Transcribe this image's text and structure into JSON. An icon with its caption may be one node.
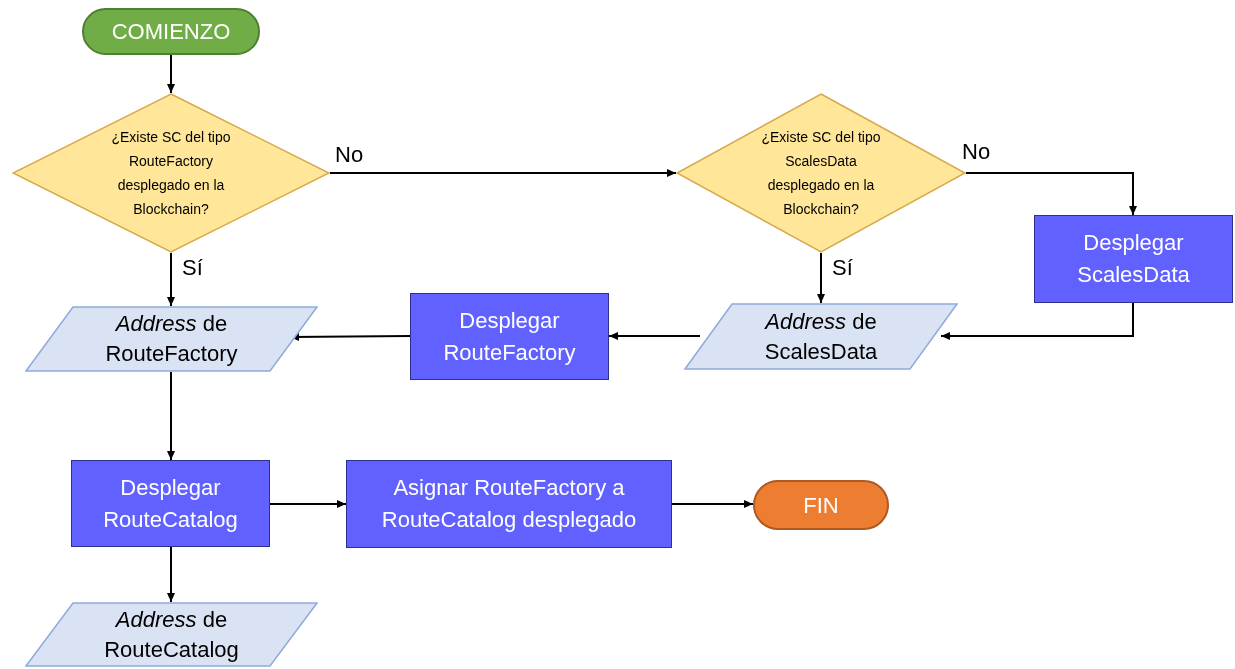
{
  "diagram": {
    "nodes": [
      {
        "text": [
          "COMIENZO"
        ]
      },
      {
        "text": [
          "¿Existe SC del tipo RouteFactory desplegado en la Blockchain?"
        ]
      },
      {
        "text": [
          "¿Existe SC del tipo ScalesData desplegado en la Blockchain?"
        ]
      },
      {
        "text": [
          "Desplegar ScalesData"
        ]
      },
      {
        "text": [
          "*Address* de ScalesData"
        ]
      },
      {
        "text": [
          "Desplegar RouteFactory"
        ]
      },
      {
        "text": [
          "*Address* de RouteFactory"
        ]
      },
      {
        "text": [
          "Desplegar RouteCatalog"
        ]
      },
      {
        "text": [
          "Asignar RouteFactory a RouteCatalog desplegado"
        ]
      },
      {
        "text": [
          "FIN"
        ]
      },
      {
        "text": [
          "*Address* de RouteCatalog"
        ]
      }
    ],
    "edges": [
      {
        "from": 0,
        "to": 1,
        "arrow": "to"
      },
      {
        "from": 1,
        "to": 2,
        "arrow": "to",
        "label": "No"
      },
      {
        "from": 1,
        "to": 6,
        "arrow": "to",
        "label": "Sí"
      },
      {
        "from": 2,
        "to": 4,
        "arrow": "to",
        "label": "Sí"
      },
      {
        "from": 2,
        "to": 3,
        "arrow": "to",
        "label": "No"
      },
      {
        "from": 3,
        "to": 4,
        "arrow": "to"
      },
      {
        "from": 4,
        "to": 5,
        "arrow": "to"
      },
      {
        "from": 5,
        "to": 6,
        "arrow": "to"
      },
      {
        "from": 6,
        "to": 7,
        "arrow": "to"
      },
      {
        "from": 7,
        "to": 8,
        "arrow": "to"
      },
      {
        "from": 8,
        "to": 9,
        "arrow": "to"
      },
      {
        "from": 7,
        "to": 10,
        "arrow": "to"
      }
    ]
  }
}
